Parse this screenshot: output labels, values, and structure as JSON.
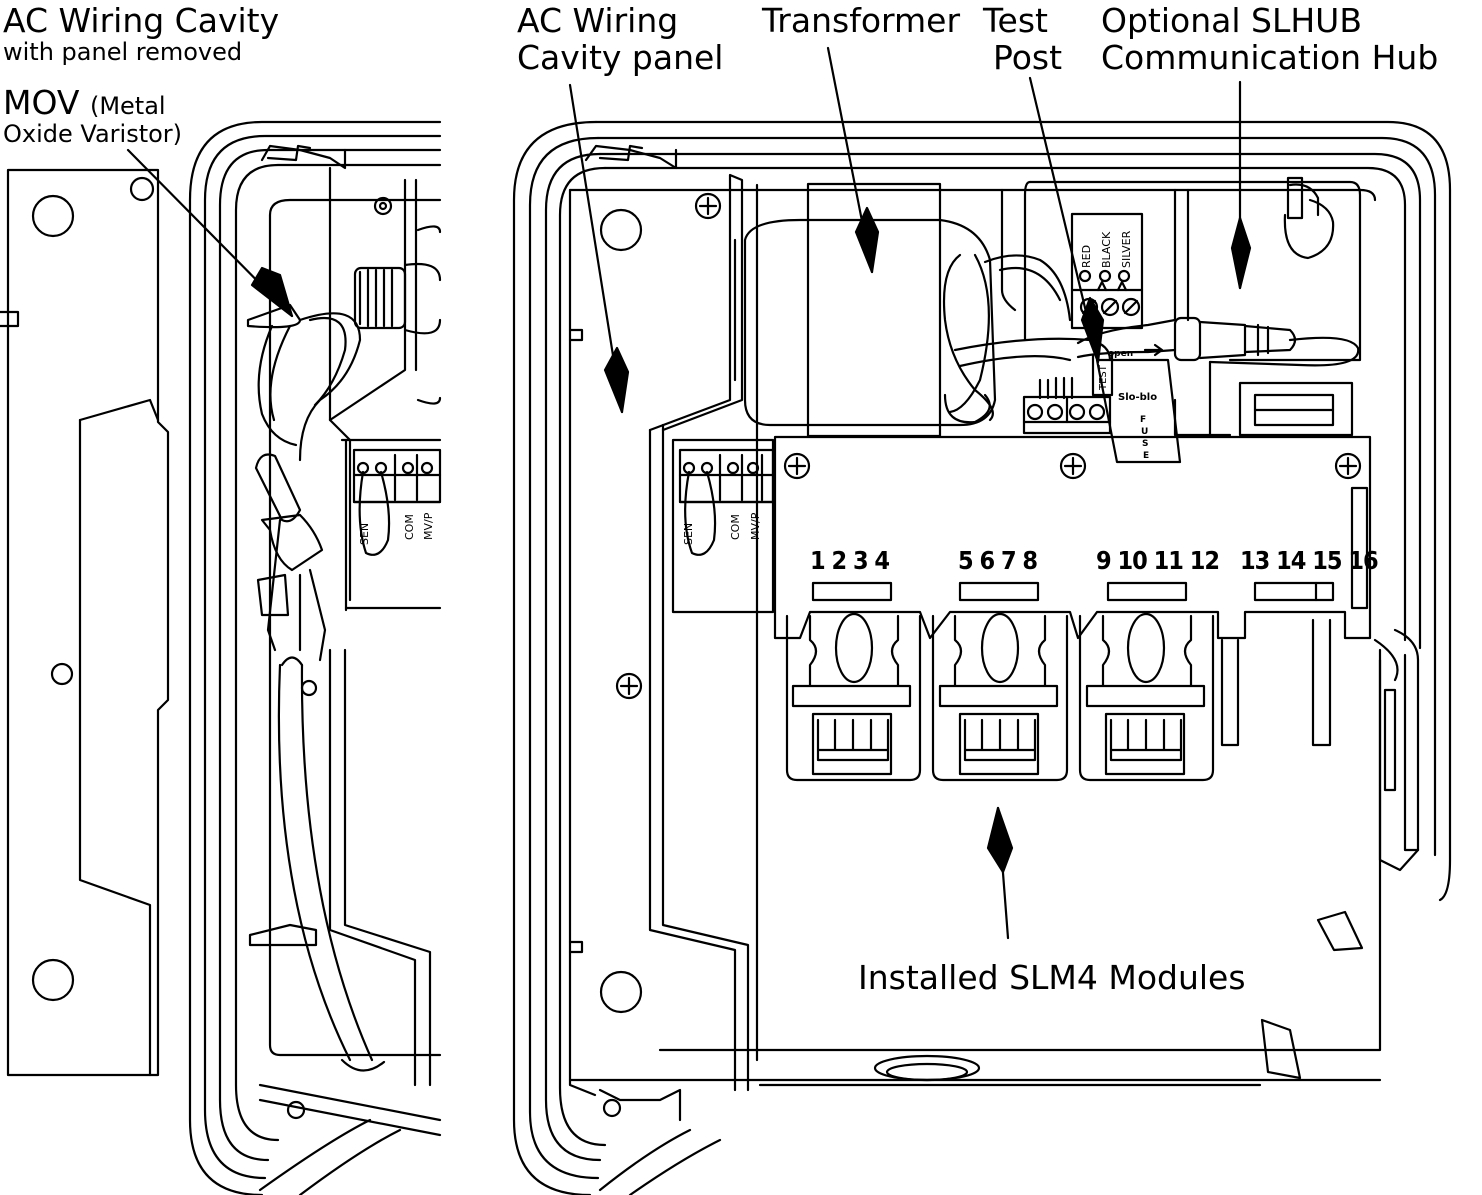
{
  "labels": {
    "ac_cavity_title": "AC Wiring Cavity",
    "ac_cavity_sub": "with panel removed",
    "mov_main": "MOV",
    "mov_paren1": "(Metal",
    "mov_paren2": "Oxide Varistor)",
    "ac_panel_line1": "AC Wiring",
    "ac_panel_line2": "Cavity panel",
    "transformer": "Transformer",
    "test_post_line1": "Test",
    "test_post_line2": "Post",
    "slhub_line1": "Optional SLHUB",
    "slhub_line2": "Communication Hub",
    "slm4": "Installed SLM4 Modules"
  },
  "terminal_labels": {
    "sen": "SEN",
    "com": "COM",
    "mvp": "MV/P"
  },
  "transformer_wires": [
    "RED",
    "BLACK",
    "SILVER"
  ],
  "test_label": "TEST",
  "fuse_labels": {
    "open": "open",
    "slo_blo": "Slo-blo",
    "fuse_letters": [
      "F",
      "U",
      "S",
      "E"
    ]
  },
  "station_groups": [
    "1 2 3 4",
    "5 6 7 8",
    "9 10 11 12",
    "13 14 15 16"
  ],
  "colors": {
    "line": "#000000",
    "fill": "#ffffff"
  }
}
